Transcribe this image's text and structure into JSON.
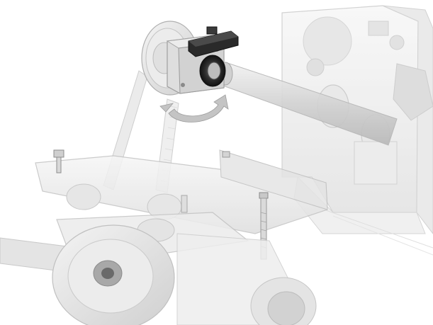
{
  "illustration": {
    "kind": "exploded-assembly-render",
    "components": [
      "pulley-wheel",
      "encoder-housing",
      "connector-block",
      "shaft",
      "drive-belt",
      "rotation-arrow",
      "mounting-bracket",
      "mounting-plate",
      "bolts",
      "side-frame-panel",
      "lower-drive-wheel"
    ],
    "colors": {
      "background": "#ffffff",
      "ghost_part": "#e9e9e9",
      "ghost_stroke": "#bdbdbd",
      "solid_part": "#d8d8d8",
      "dark_part": "#2a2a2a",
      "arrow": "#bfbfbf"
    }
  }
}
